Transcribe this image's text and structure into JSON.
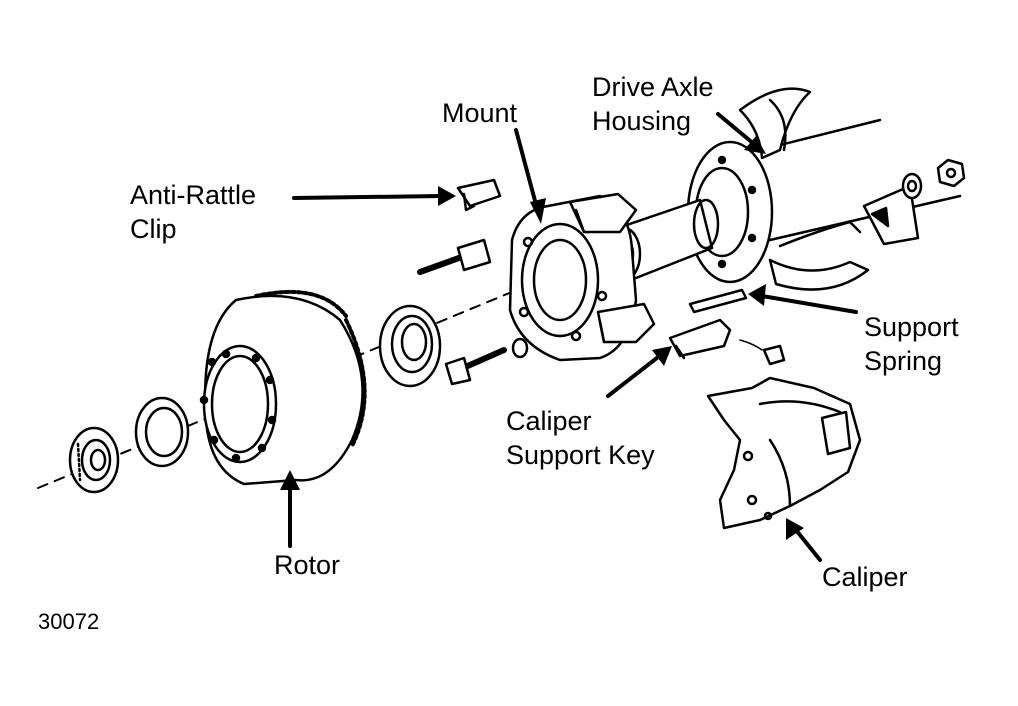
{
  "labels": {
    "mount": "Mount",
    "drive_axle_housing_1": "Drive Axle",
    "drive_axle_housing_2": "Housing",
    "anti_rattle_clip_1": "Anti-Rattle",
    "anti_rattle_clip_2": "Clip",
    "support_spring_1": "Support",
    "support_spring_2": "Spring",
    "caliper_support_key_1": "Caliper",
    "caliper_support_key_2": "Support Key",
    "rotor": "Rotor",
    "caliper": "Caliper"
  },
  "figure_number": "30072",
  "colors": {
    "ink": "#000000",
    "paper": "#ffffff",
    "shade": "#555555"
  }
}
